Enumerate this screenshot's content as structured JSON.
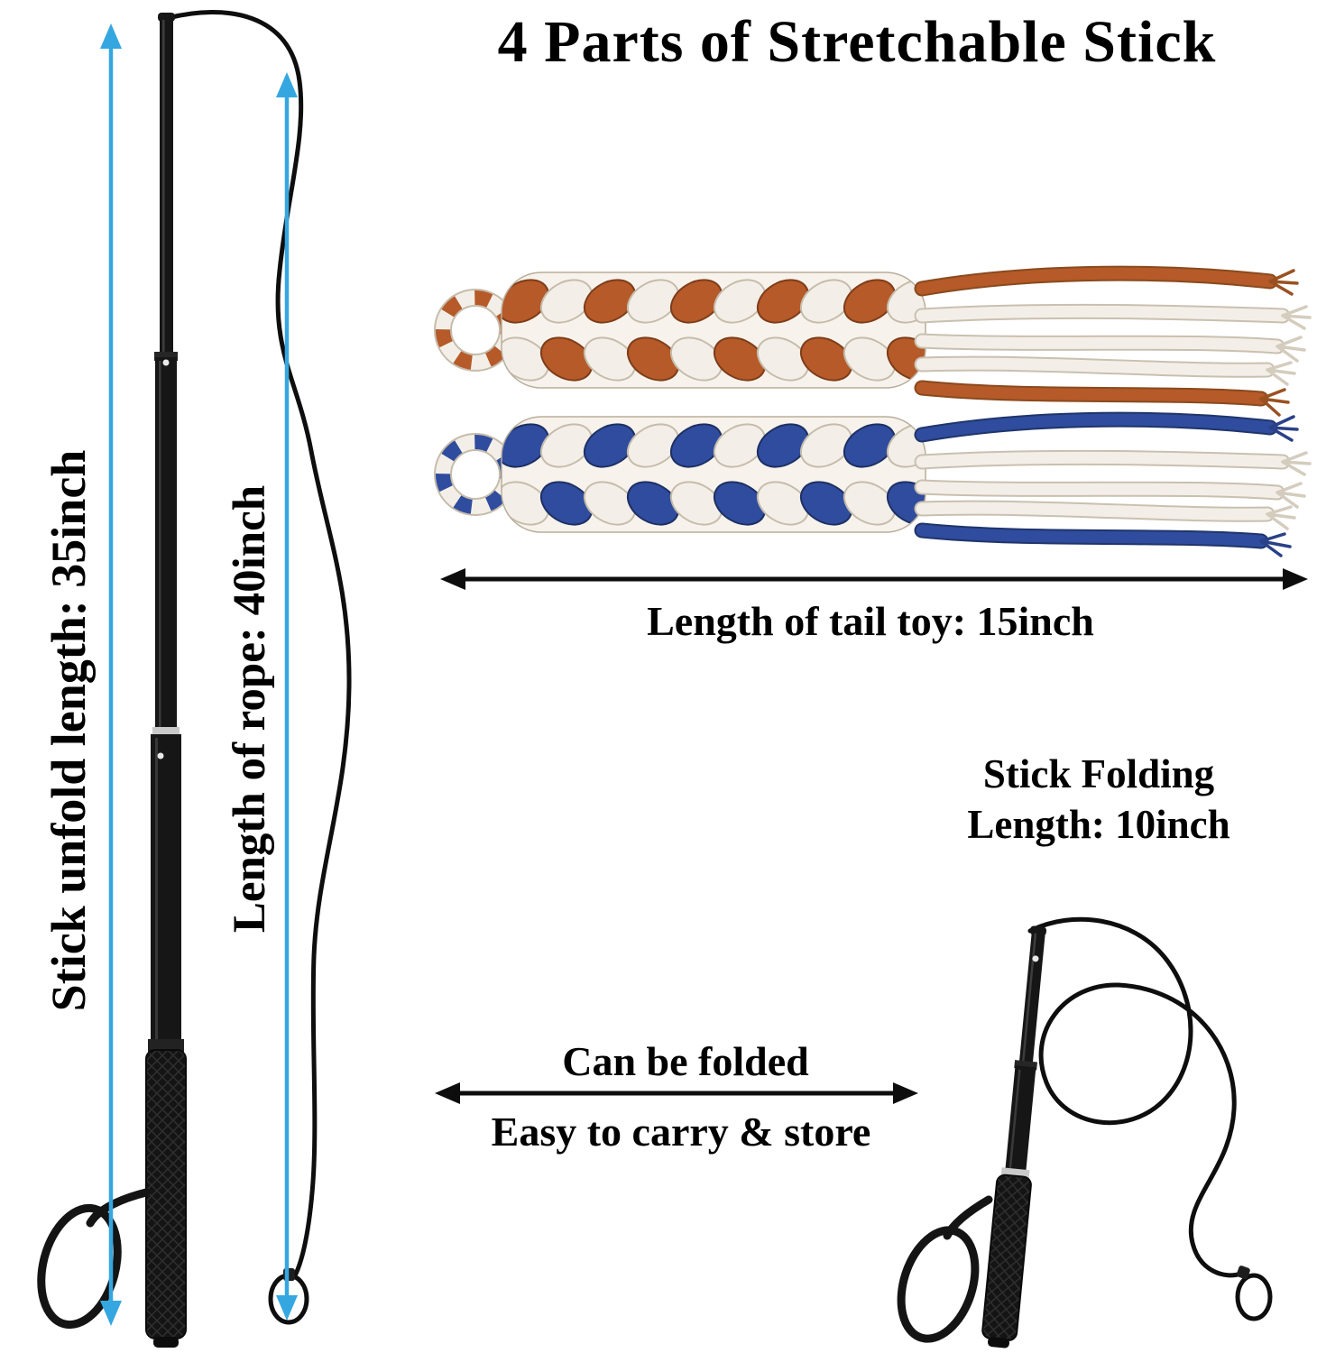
{
  "title": "4 Parts of Stretchable Stick",
  "measurements": {
    "stick_unfold_label": "Stick unfold length: 35inch",
    "rope_length_label": "Length of rope: 40inch",
    "tail_toy_label": "Length of tail toy: 15inch",
    "folding_label_line1": "Stick Folding",
    "folding_label_line2": "Length: 10inch",
    "stick_unfold_inch": 35,
    "rope_inch": 40,
    "tail_toy_inch": 15,
    "folding_inch": 10
  },
  "notes": {
    "line1": "Can be folded",
    "line2": "Easy to carry & store"
  },
  "colors": {
    "arrow_blue": "#35A7E0",
    "rope_orange": "#B55A28",
    "rope_blue": "#2F4C9E",
    "rope_white": "#F3EFE8",
    "stick_black": "#161616",
    "text_black": "#000000",
    "background": "#FFFFFF"
  },
  "graphics": {
    "left": [
      "telescopic-stick",
      "stick-rope",
      "wrist-strap",
      "unfold-measure-arrow",
      "rope-measure-arrow"
    ],
    "right_top": [
      "tail-toy-orange-white",
      "tail-toy-blue-white",
      "tail-toy-measure-arrow"
    ],
    "right_bottom": [
      "folded-stick",
      "coiled-rope",
      "wrist-strap"
    ],
    "middle_bottom": [
      "folded-measure-arrow"
    ]
  }
}
